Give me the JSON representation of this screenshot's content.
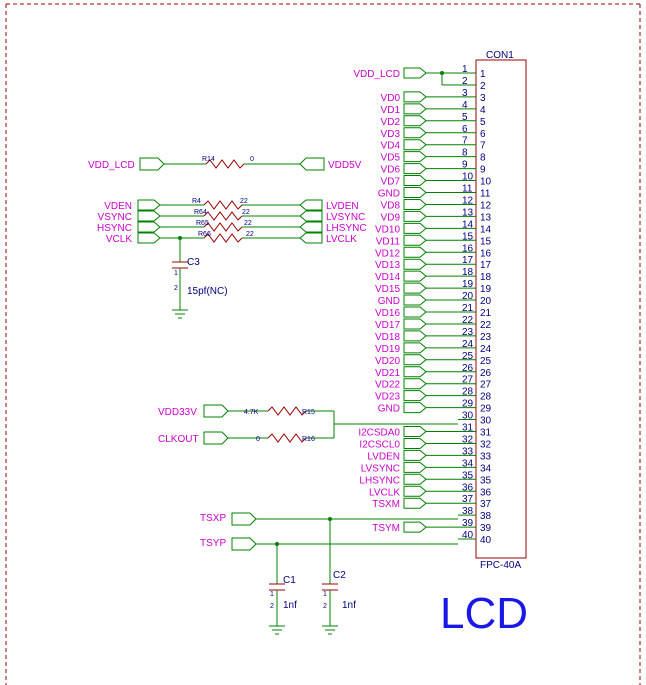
{
  "connector": {
    "ref": "CON1",
    "part": "FPC-40A",
    "title": "LCD",
    "pins": [
      {
        "num": "1",
        "net": "VDD_LCD"
      },
      {
        "num": "2",
        "net": ""
      },
      {
        "num": "3",
        "net": "VD0"
      },
      {
        "num": "4",
        "net": "VD1"
      },
      {
        "num": "5",
        "net": "VD2"
      },
      {
        "num": "6",
        "net": "VD3"
      },
      {
        "num": "7",
        "net": "VD4"
      },
      {
        "num": "8",
        "net": "VD5"
      },
      {
        "num": "9",
        "net": "VD6"
      },
      {
        "num": "10",
        "net": "VD7"
      },
      {
        "num": "11",
        "net": "GND"
      },
      {
        "num": "12",
        "net": "VD8"
      },
      {
        "num": "13",
        "net": "VD9"
      },
      {
        "num": "14",
        "net": "VD10"
      },
      {
        "num": "15",
        "net": "VD11"
      },
      {
        "num": "16",
        "net": "VD12"
      },
      {
        "num": "17",
        "net": "VD13"
      },
      {
        "num": "18",
        "net": "VD14"
      },
      {
        "num": "19",
        "net": "VD15"
      },
      {
        "num": "20",
        "net": "GND"
      },
      {
        "num": "21",
        "net": "VD16"
      },
      {
        "num": "22",
        "net": "VD17"
      },
      {
        "num": "23",
        "net": "VD18"
      },
      {
        "num": "24",
        "net": "VD19"
      },
      {
        "num": "25",
        "net": "VD20"
      },
      {
        "num": "26",
        "net": "VD21"
      },
      {
        "num": "27",
        "net": "VD22"
      },
      {
        "num": "28",
        "net": "VD23"
      },
      {
        "num": "29",
        "net": "GND"
      },
      {
        "num": "30",
        "net": ""
      },
      {
        "num": "31",
        "net": "I2CSDA0"
      },
      {
        "num": "32",
        "net": "I2CSCL0"
      },
      {
        "num": "33",
        "net": "LVDEN"
      },
      {
        "num": "34",
        "net": "LVSYNC"
      },
      {
        "num": "35",
        "net": "LHSYNC"
      },
      {
        "num": "36",
        "net": "LVCLK"
      },
      {
        "num": "37",
        "net": "TSXM"
      },
      {
        "num": "38",
        "net": ""
      },
      {
        "num": "39",
        "net": "TSYM"
      },
      {
        "num": "40",
        "net": ""
      }
    ]
  },
  "resistors": [
    {
      "ref": "R14",
      "value": "0",
      "left": "VDD_LCD",
      "right": "VDD5V"
    },
    {
      "ref": "R4",
      "value": "22",
      "left": "VDEN",
      "right": "LVDEN"
    },
    {
      "ref": "R64",
      "value": "22",
      "left": "VSYNC",
      "right": "LVSYNC"
    },
    {
      "ref": "R65",
      "value": "22",
      "left": "HSYNC",
      "right": "LHSYNC"
    },
    {
      "ref": "R66",
      "value": "22",
      "left": "VCLK",
      "right": "LVCLK"
    },
    {
      "ref": "R15",
      "value": "4.7K",
      "left": "VDD33V",
      "right": ""
    },
    {
      "ref": "R16",
      "value": "0",
      "left": "CLKOUT",
      "right": ""
    }
  ],
  "capacitors": [
    {
      "ref": "C3",
      "value": "15pf(NC)"
    },
    {
      "ref": "C1",
      "value": "1nf"
    },
    {
      "ref": "C2",
      "value": "1nf"
    }
  ],
  "touch": {
    "xp": "TSXP",
    "yp": "TSYP"
  },
  "cap_pin_labels": {
    "p1": "1",
    "p2": "2"
  }
}
